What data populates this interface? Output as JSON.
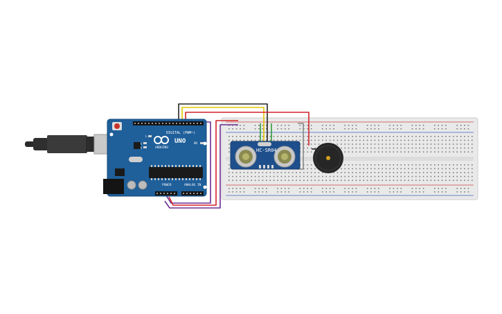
{
  "arduino": {
    "brand_text": "ARDUINO",
    "model_text": "UNO",
    "digital_header_label": "DIGITAL (PWM~)",
    "power_label": "POWER",
    "analog_label": "ANALOG IN",
    "tx_label": "TX",
    "rx_label": "RX",
    "on_label": "ON",
    "l_label": "L",
    "board_color": "#1f5f9a",
    "logo_symbol": "infinity-logo-icon"
  },
  "sensor": {
    "model_label": "HC-SR04",
    "board_color": "#1e4f8c"
  },
  "buzzer": {
    "body_color": "#262626",
    "center_color": "#d4a020"
  },
  "wires": {
    "colors": {
      "black": "#222222",
      "yellow": "#e3c500",
      "red": "#d0222a",
      "purple": "#6b2c91",
      "green": "#2e9b3a",
      "gray": "#888888"
    }
  },
  "breadboard": {
    "body_color": "#e9e9e9",
    "rail_red": "#d04040",
    "rail_blue": "#4060c0"
  }
}
